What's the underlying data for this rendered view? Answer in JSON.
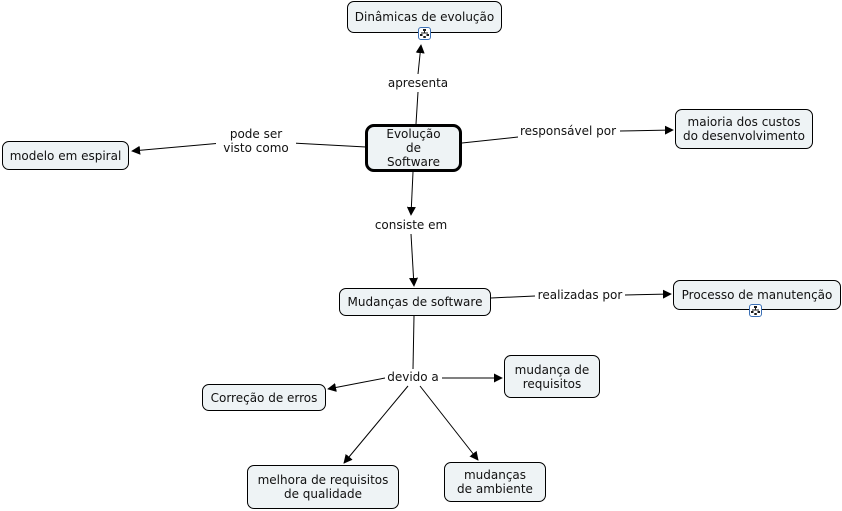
{
  "concept_map": {
    "title": "Evolução de Software",
    "nodes": {
      "dinamicas": "Dinâmicas de evolução",
      "evolucao": "Evolução de Software",
      "espiral": "modelo em espiral",
      "custos": "maioria dos custos do desenvolvimento",
      "mudancas_sw": "Mudanças de software",
      "manutencao": "Processo de manutenção",
      "correcao": "Correção de erros",
      "mudanca_req": "mudança de requisitos",
      "melhora": "melhora de requisitos de qualidade",
      "ambiente": "mudanças de ambiente"
    },
    "links": {
      "apresenta": "apresenta",
      "pode_ser": "pode ser visto como",
      "responsavel": "responsável por",
      "consiste": "consiste em",
      "realizadas": "realizadas por",
      "devido": "devido a"
    },
    "icons": {
      "dinamicas_resource": "linked-map-icon",
      "manutencao_resource": "linked-map-icon"
    },
    "colors": {
      "node_fill": "#eef3f5",
      "node_border": "#000000",
      "icon_border": "#3a6fb5"
    }
  }
}
